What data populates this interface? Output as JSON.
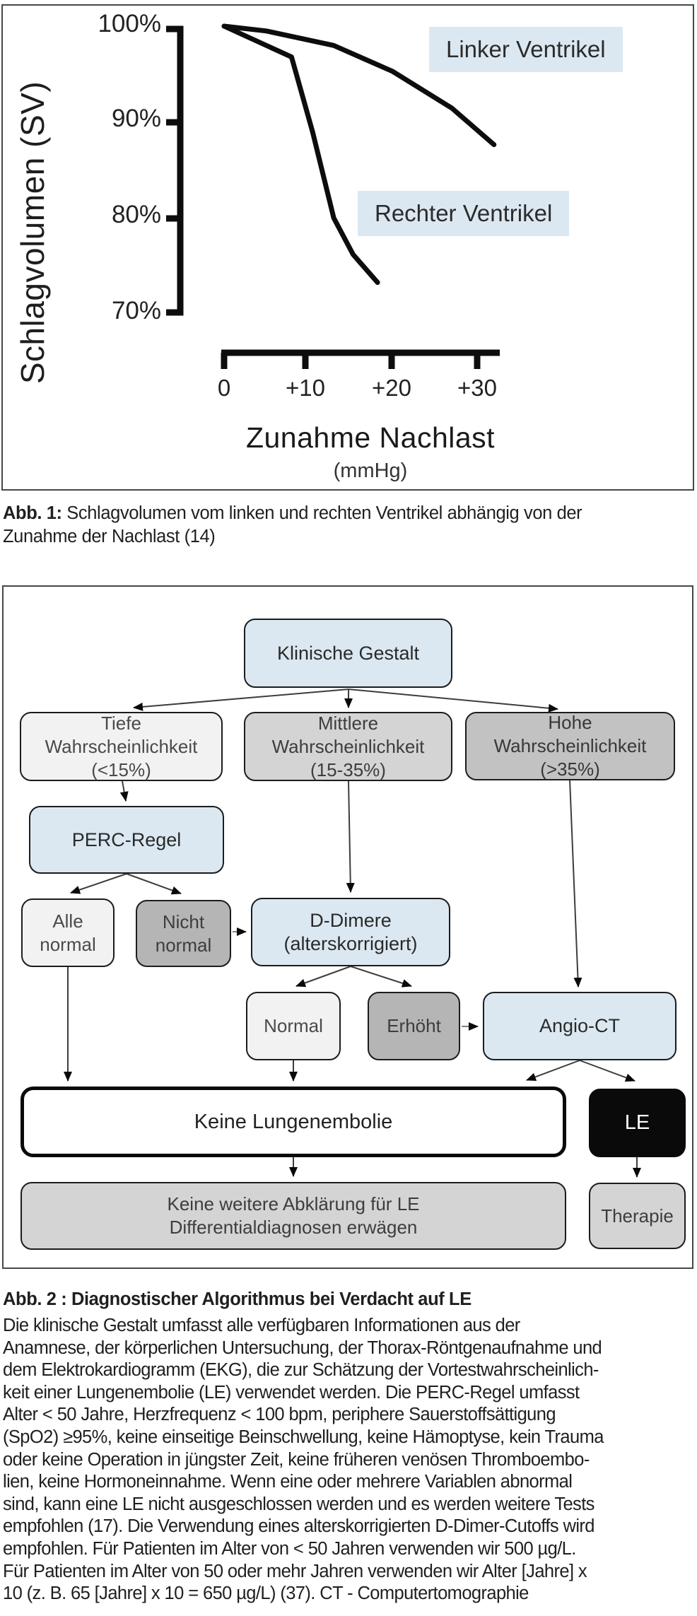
{
  "figure1": {
    "y_axis_label": "Schlagvolumen (SV)",
    "y_ticks": [
      "100%",
      "90%",
      "80%",
      "70%"
    ],
    "x_ticks": [
      "0",
      "+10",
      "+20",
      "+30"
    ],
    "x_axis_title": "Zunahme Nachlast",
    "x_axis_unit": "(mmHg)",
    "label_left_ventricle": "Linker Ventrikel",
    "label_right_ventricle": "Rechter Ventrikel",
    "caption_prefix": "Abb. 1:",
    "caption_line1_rest": " Schlagvolumen vom linken und rechten Ventrikel abhängig von der",
    "caption_line2": "Zunahme der Nachlast (14)"
  },
  "chart_data": {
    "type": "line",
    "title": "",
    "xlabel": "Zunahme Nachlast (mmHg)",
    "ylabel": "Schlagvolumen (SV)",
    "xlim": [
      0,
      33
    ],
    "ylim": [
      70,
      100
    ],
    "x_tick_values": [
      0,
      10,
      20,
      30
    ],
    "y_tick_values": [
      100,
      90,
      80,
      70
    ],
    "grid": false,
    "legend_position": "inline-labels",
    "series": [
      {
        "name": "Linker Ventrikel",
        "x": [
          0,
          5,
          13,
          20,
          27,
          32
        ],
        "y": [
          100,
          99.5,
          98,
          95.3,
          91.5,
          87.7
        ]
      },
      {
        "name": "Rechter Ventrikel",
        "x": [
          0,
          8,
          10.5,
          13,
          15.3,
          18.2
        ],
        "y": [
          100,
          96.8,
          89,
          80.1,
          76.3,
          73.4
        ]
      }
    ]
  },
  "figure2": {
    "nodes": {
      "klinische_gestalt": "Klinische Gestalt",
      "tiefe": "Tiefe\nWahrscheinlichkeit\n(<15%)",
      "mittlere": "Mittlere\nWahrscheinlichkeit\n(15-35%)",
      "hohe": "Hohe\nWahrscheinlichkeit\n(>35%)",
      "perc_regel": "PERC-Regel",
      "alle_normal": "Alle\nnormal",
      "nicht_normal": "Nicht\nnormal",
      "d_dimere": "D-Dimere\n(alterskorrigiert)",
      "normal": "Normal",
      "erhoeht": "Erhöht",
      "angio_ct": "Angio-CT",
      "keine_lungenembolie": "Keine Lungenembolie",
      "le": "LE",
      "abklaerung": "Keine weitere Abklärung für LE\nDifferentialdiagnosen erwägen",
      "therapie": "Therapie"
    },
    "caption_title": "Abb. 2 : Diagnostischer Algorithmus bei Verdacht auf LE",
    "caption_body_lines": [
      "Die klinische Gestalt umfasst alle verfügbaren Informationen aus der",
      "Anamnese, der körperlichen Untersuchung, der Thorax-Röntgenaufnahme und",
      "dem Elektrokardiogramm (EKG), die zur Schätzung der Vortestwahrscheinlich-",
      "keit einer Lungenembolie (LE) verwendet werden. Die PERC-Regel umfasst",
      "Alter < 50 Jahre, Herzfrequenz < 100 bpm, periphere Sauerstoffsättigung",
      "(SpO2) ≥95%, keine einseitige Beinschwellung, keine Hämoptyse, kein Trauma",
      "oder keine Operation in jüngster Zeit, keine früheren venösen Thromboembo-",
      "lien, keine Hormoneinnahme. Wenn eine oder mehrere Variablen abnormal",
      "sind, kann eine LE nicht ausgeschlossen werden und es werden weitere Tests",
      "empfohlen (17). Die Verwendung eines alterskorrigierten D-Dimer-Cutoffs wird",
      "empfohlen. Für Patienten im Alter von < 50 Jahren verwenden wir 500 µg/L.",
      "Für Patienten im Alter von 50 oder mehr Jahren verwenden wir Alter [Jahre] x",
      "10 (z. B. 65 [Jahre] x 10 = 650 µg/L) (37). CT - Computertomographie"
    ]
  },
  "colors": {
    "label_background": "#dce8f1",
    "node_blue": "#dbe8f1",
    "node_gray_light": "#f2f2f2",
    "node_gray_mid": "#d4d4d4",
    "node_gray_dark": "#c2c2c2",
    "node_black": "#0a0a0a",
    "line_color": "#0d0d0d"
  }
}
